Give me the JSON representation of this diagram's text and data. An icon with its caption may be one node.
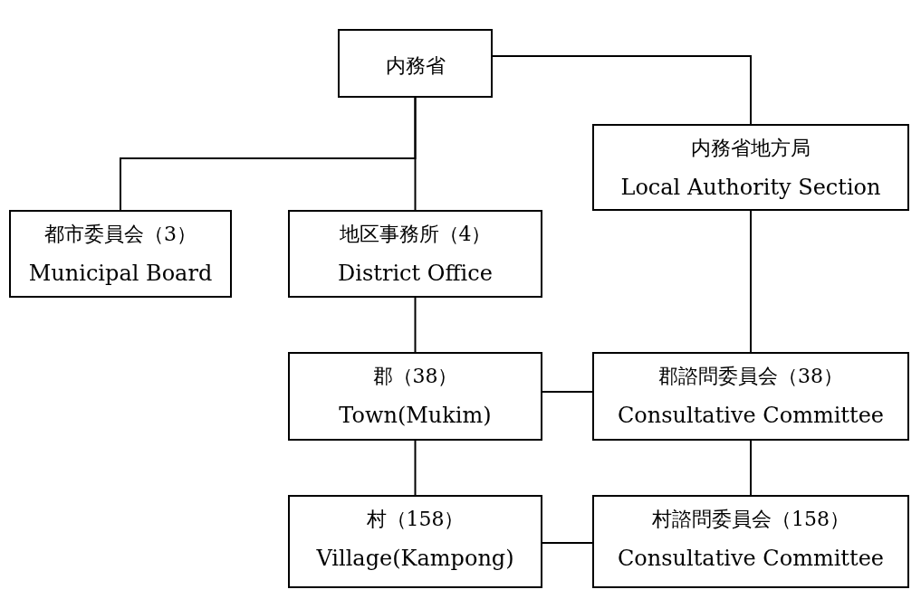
{
  "diagram": {
    "nodes": [
      {
        "text": [
          "内務省"
        ]
      },
      {
        "text": [
          "内務省地方局",
          "Local Authority Section"
        ]
      },
      {
        "text": [
          "都市委員会（3）",
          "Municipal Board"
        ]
      },
      {
        "text": [
          "地区事務所（4）",
          "District Office"
        ]
      },
      {
        "text": [
          "郡（38）",
          "Town(Mukim)"
        ]
      },
      {
        "text": [
          "郡諮問委員会（38）",
          "Consultative Committee"
        ]
      },
      {
        "text": [
          "村（158）",
          "Village(Kampong)"
        ]
      },
      {
        "text": [
          "村諮問委員会（158）",
          "Consultative Committee"
        ]
      }
    ],
    "edges": [
      {
        "from": 0,
        "to": 2,
        "arrow": "none"
      },
      {
        "from": 0,
        "to": 3,
        "arrow": "none"
      },
      {
        "from": 0,
        "to": 1,
        "arrow": "none"
      },
      {
        "from": 1,
        "to": 5,
        "arrow": "none"
      },
      {
        "from": 3,
        "to": 4,
        "arrow": "none"
      },
      {
        "from": 4,
        "to": 5,
        "arrow": "none"
      },
      {
        "from": 4,
        "to": 6,
        "arrow": "none"
      },
      {
        "from": 5,
        "to": 7,
        "arrow": "none"
      },
      {
        "from": 6,
        "to": 7,
        "arrow": "none"
      }
    ]
  }
}
